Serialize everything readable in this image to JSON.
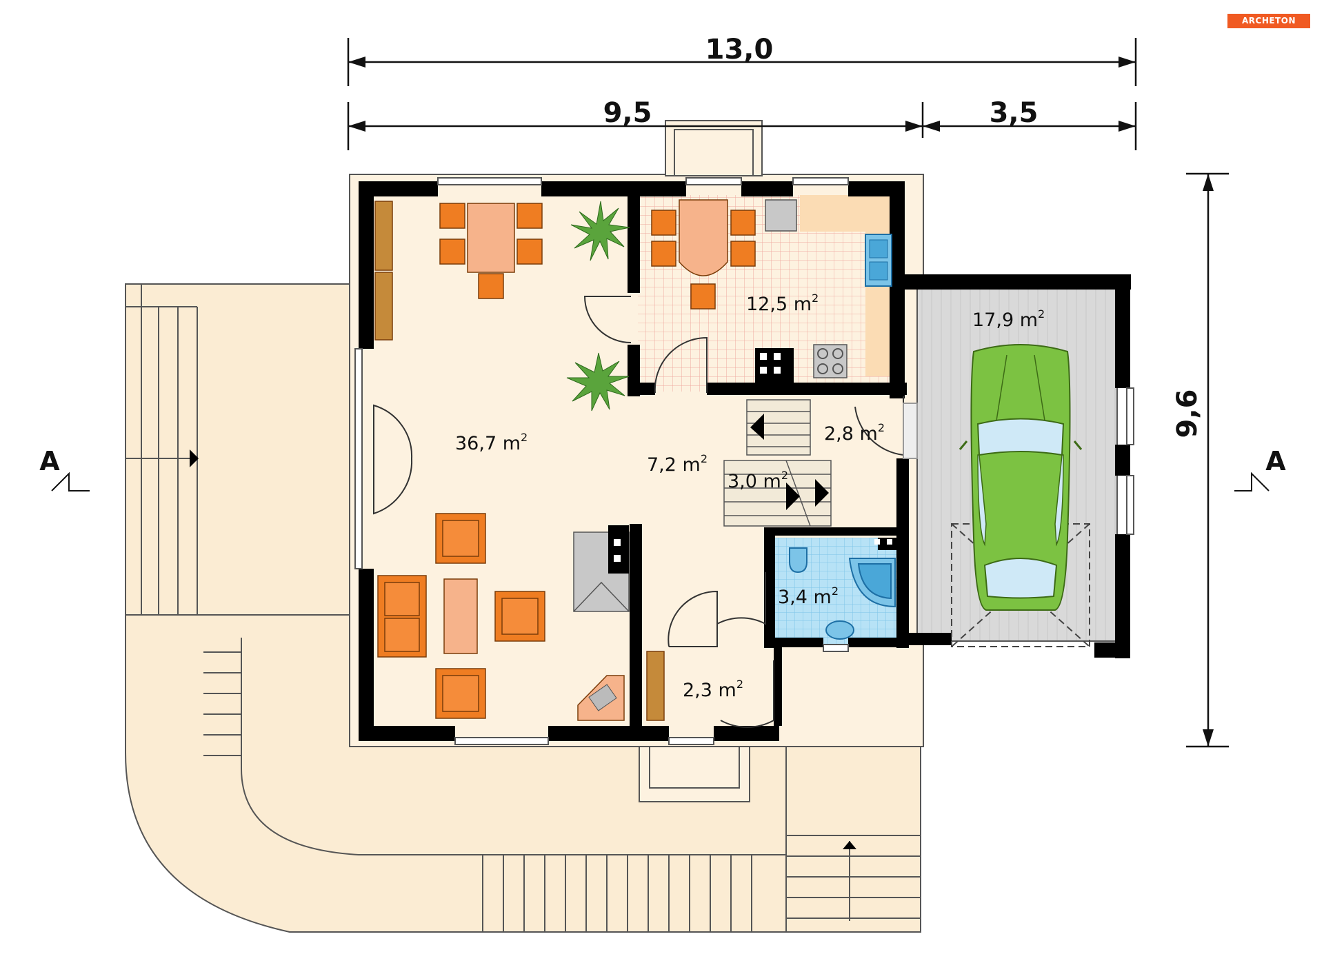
{
  "brand": {
    "logo_text": "ARCHETON"
  },
  "dimensions": {
    "total_width": "13,0",
    "left_width": "9,5",
    "right_width": "3,5",
    "depth": "9,6"
  },
  "section_marker": {
    "left": "A",
    "right": "A"
  },
  "rooms": {
    "living": {
      "area": "36,7 m",
      "exp": "2"
    },
    "kitchen": {
      "area": "12,5 m",
      "exp": "2"
    },
    "garage": {
      "area": "17,9 m",
      "exp": "2"
    },
    "hall": {
      "area": "7,2 m",
      "exp": "2"
    },
    "stairs": {
      "area": "3,0 m",
      "exp": "2"
    },
    "vestibule": {
      "area": "2,8 m",
      "exp": "2"
    },
    "bathroom": {
      "area": "3,4 m",
      "exp": "2"
    },
    "closet": {
      "area": "2,3 m",
      "exp": "2"
    }
  },
  "colors": {
    "floor": "#fdf2e0",
    "terrace": "#fbecd3",
    "wall": "#000000",
    "furniture": "#ef7d22",
    "table": "#f6b38b",
    "bath_tile": "#b7e2f6",
    "garage_floor": "#d9d9d9",
    "car": "#7cc242",
    "plant": "#5aa43c",
    "logo": "#f05a22"
  }
}
